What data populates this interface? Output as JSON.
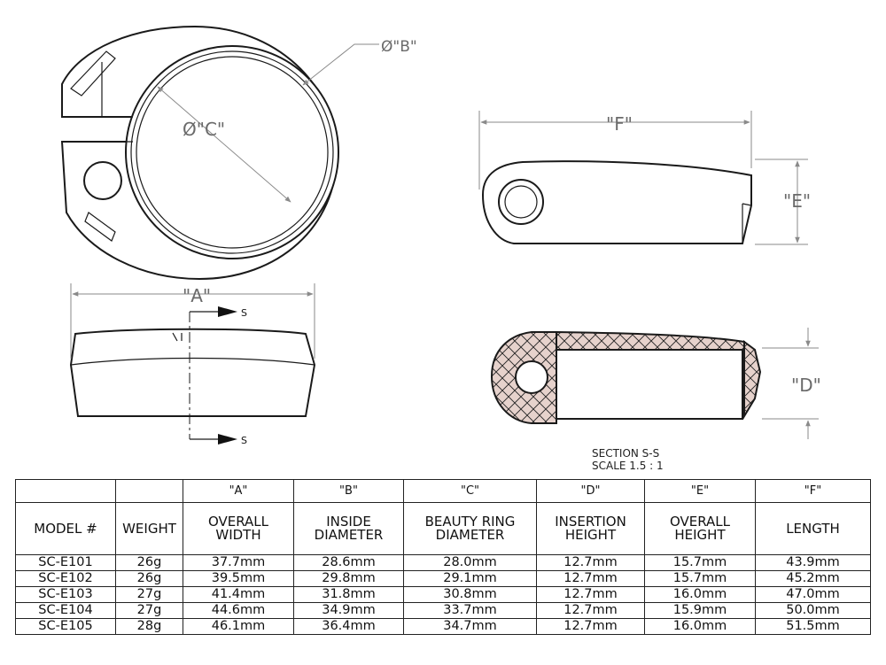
{
  "labels": {
    "dim_a": "\"A\"",
    "dim_b": "Ø\"B\"",
    "dim_c": "Ø\"C\"",
    "dim_d": "\"D\"",
    "dim_e": "\"E\"",
    "dim_f": "\"F\"",
    "section_mark": "S",
    "section_title": "SECTION S-S",
    "section_scale": "SCALE 1.5 : 1"
  },
  "table": {
    "letters": [
      "",
      "",
      "\"A\"",
      "\"B\"",
      "\"C\"",
      "\"D\"",
      "\"E\"",
      "\"F\""
    ],
    "headers": [
      [
        "MODEL #"
      ],
      [
        "WEIGHT"
      ],
      [
        "OVERALL",
        "WIDTH"
      ],
      [
        "INSIDE",
        "DIAMETER"
      ],
      [
        "BEAUTY RING",
        "DIAMETER"
      ],
      [
        "INSERTION",
        "HEIGHT"
      ],
      [
        "OVERALL",
        "HEIGHT"
      ],
      [
        "LENGTH"
      ]
    ],
    "rows": [
      [
        "SC-E101",
        "26g",
        "37.7mm",
        "28.6mm",
        "28.0mm",
        "12.7mm",
        "15.7mm",
        "43.9mm"
      ],
      [
        "SC-E102",
        "26g",
        "39.5mm",
        "29.8mm",
        "29.1mm",
        "12.7mm",
        "15.7mm",
        "45.2mm"
      ],
      [
        "SC-E103",
        "27g",
        "41.4mm",
        "31.8mm",
        "30.8mm",
        "12.7mm",
        "16.0mm",
        "47.0mm"
      ],
      [
        "SC-E104",
        "27g",
        "44.6mm",
        "34.9mm",
        "33.7mm",
        "12.7mm",
        "15.9mm",
        "50.0mm"
      ],
      [
        "SC-E105",
        "28g",
        "46.1mm",
        "36.4mm",
        "34.7mm",
        "12.7mm",
        "16.0mm",
        "51.5mm"
      ]
    ]
  }
}
